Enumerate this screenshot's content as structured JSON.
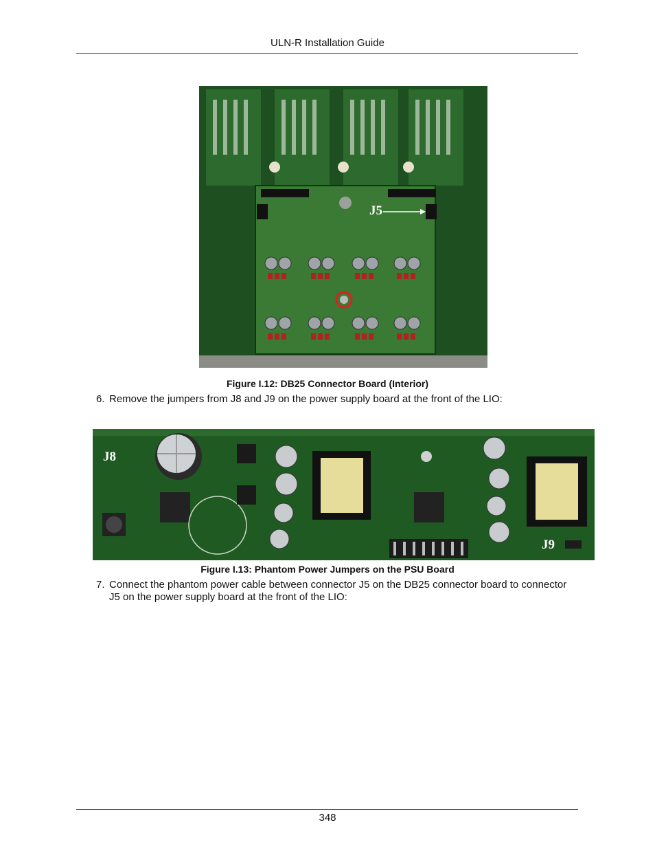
{
  "header": {
    "title": "ULN-R Installation Guide"
  },
  "figures": [
    {
      "caption": "Figure I.12: DB25 Connector Board (Interior)",
      "photo_labels": [
        "J5"
      ]
    },
    {
      "caption": "Figure I.13: Phantom Power Jumpers on the PSU Board",
      "photo_labels": [
        "J8",
        "J9"
      ]
    }
  ],
  "steps": [
    {
      "number": "6.",
      "text": "Remove the jumpers from J8 and J9 on the power supply board at the front of the LIO:"
    },
    {
      "number": "7.",
      "text": "Connect the phantom power cable between connector J5 on the DB25 connector board to connector J5 on the power supply board at the front of the LIO:"
    }
  ],
  "footer": {
    "page_number": "348"
  },
  "colors": {
    "pcb_green": "#1f5a22",
    "pcb_dark": "#0f3812",
    "highlight_red": "#d8221f"
  }
}
